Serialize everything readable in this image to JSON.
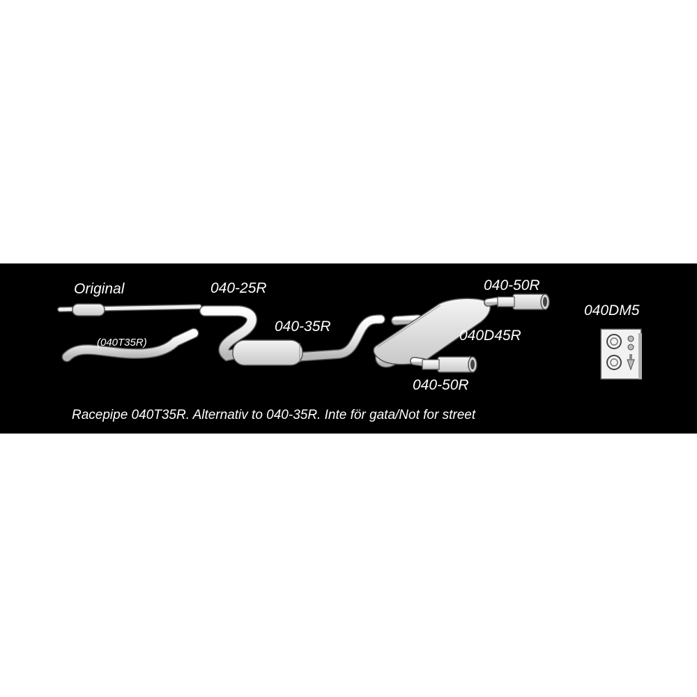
{
  "labels": {
    "original": "Original",
    "race_pipe": "(040T35R)",
    "front_pipe": "040-25R",
    "middle_muffler": "040-35R",
    "tailpipe_top": "040-50R",
    "rear_muffler": "040D45R",
    "tailpipe_bottom": "040-50R",
    "mounting_kit": "040DM5"
  },
  "caption": "Racepipe 040T35R. Alternativ to 040-35R. Inte för gata/Not for street",
  "colors": {
    "banner_background": "#000000",
    "part_fill": "#e8e8e8",
    "part_outline": "#555555",
    "text": "#ffffff"
  }
}
